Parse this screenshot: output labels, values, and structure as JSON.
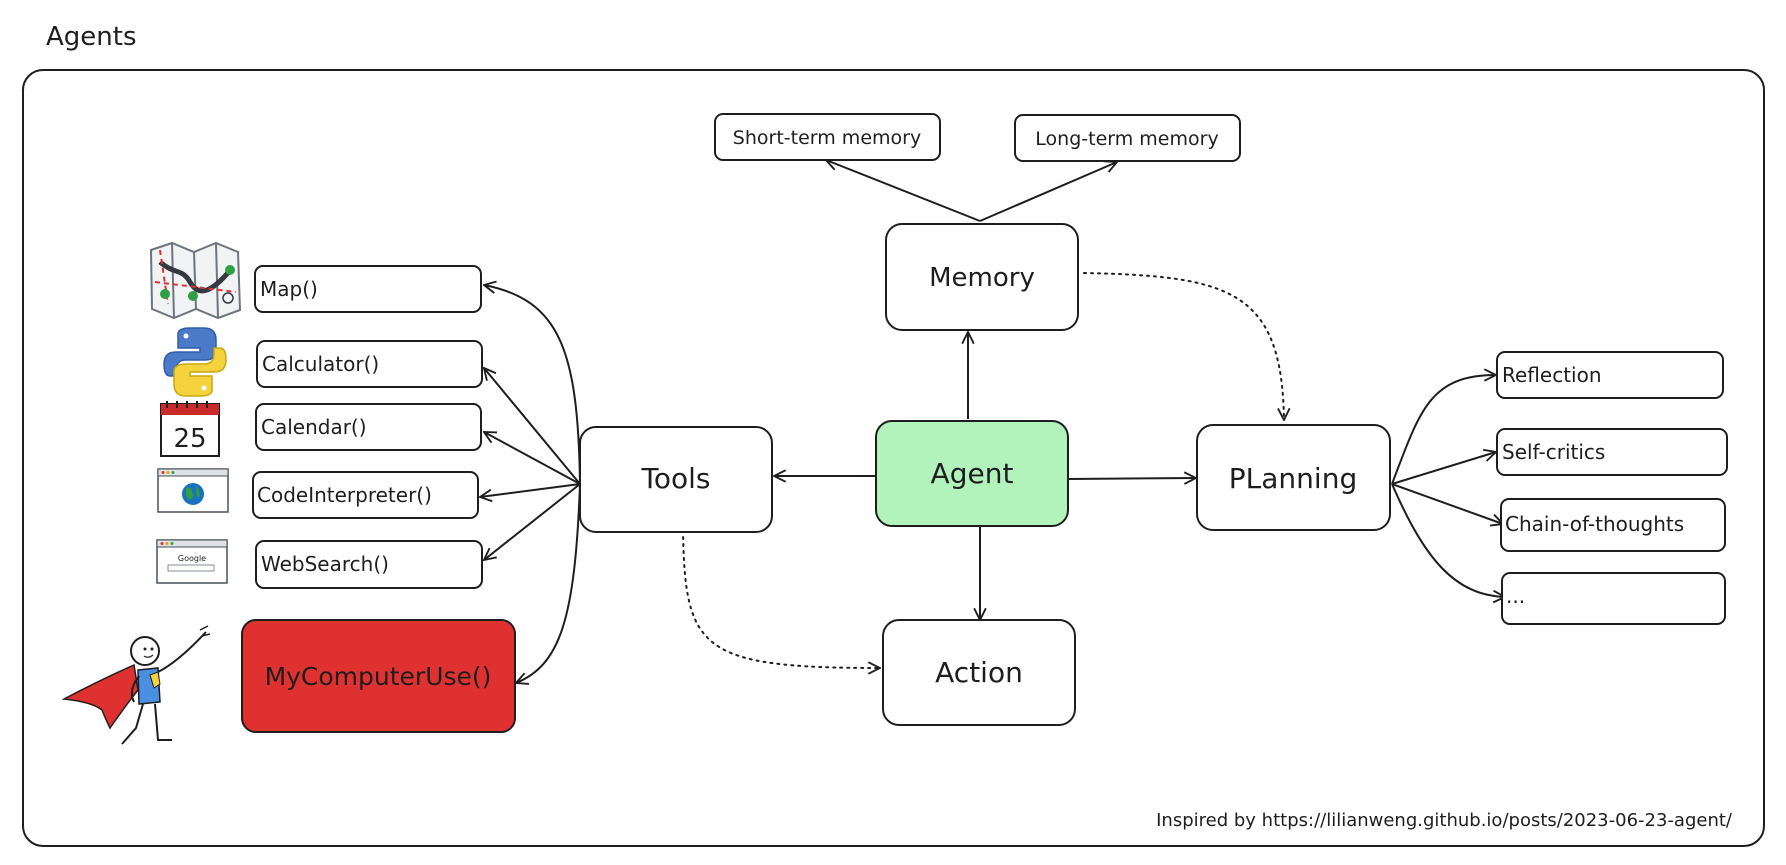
{
  "title": "Agents",
  "footer": "Inspired by https://lilianweng.github.io/posts/2023-06-23-agent/",
  "colors": {
    "agent_fill": "#b2f2bb",
    "highlight_fill": "#e03131",
    "stroke": "#1e1e1e"
  },
  "nodes": {
    "agent": "Agent",
    "memory": "Memory",
    "tools": "Tools",
    "planning": "PLanning",
    "action": "Action",
    "short_term_memory": "Short-term memory",
    "long_term_memory": "Long-term memory"
  },
  "tools": [
    {
      "label": "Map()",
      "icon": "folded-map-icon"
    },
    {
      "label": "Calculator()",
      "icon": "python-logo-icon"
    },
    {
      "label": "Calendar()",
      "icon": "calendar-icon"
    },
    {
      "label": "CodeInterpreter()",
      "icon": "browser-globe-icon"
    },
    {
      "label": "WebSearch()",
      "icon": "browser-search-icon"
    },
    {
      "label": "MyComputerUse()",
      "icon": "superhero-stickman-icon"
    }
  ],
  "calendar_day": "25",
  "search_logo_text": "Google",
  "planning_items": [
    "Reflection",
    "Self-critics",
    "Chain-of-thoughts",
    "..."
  ]
}
